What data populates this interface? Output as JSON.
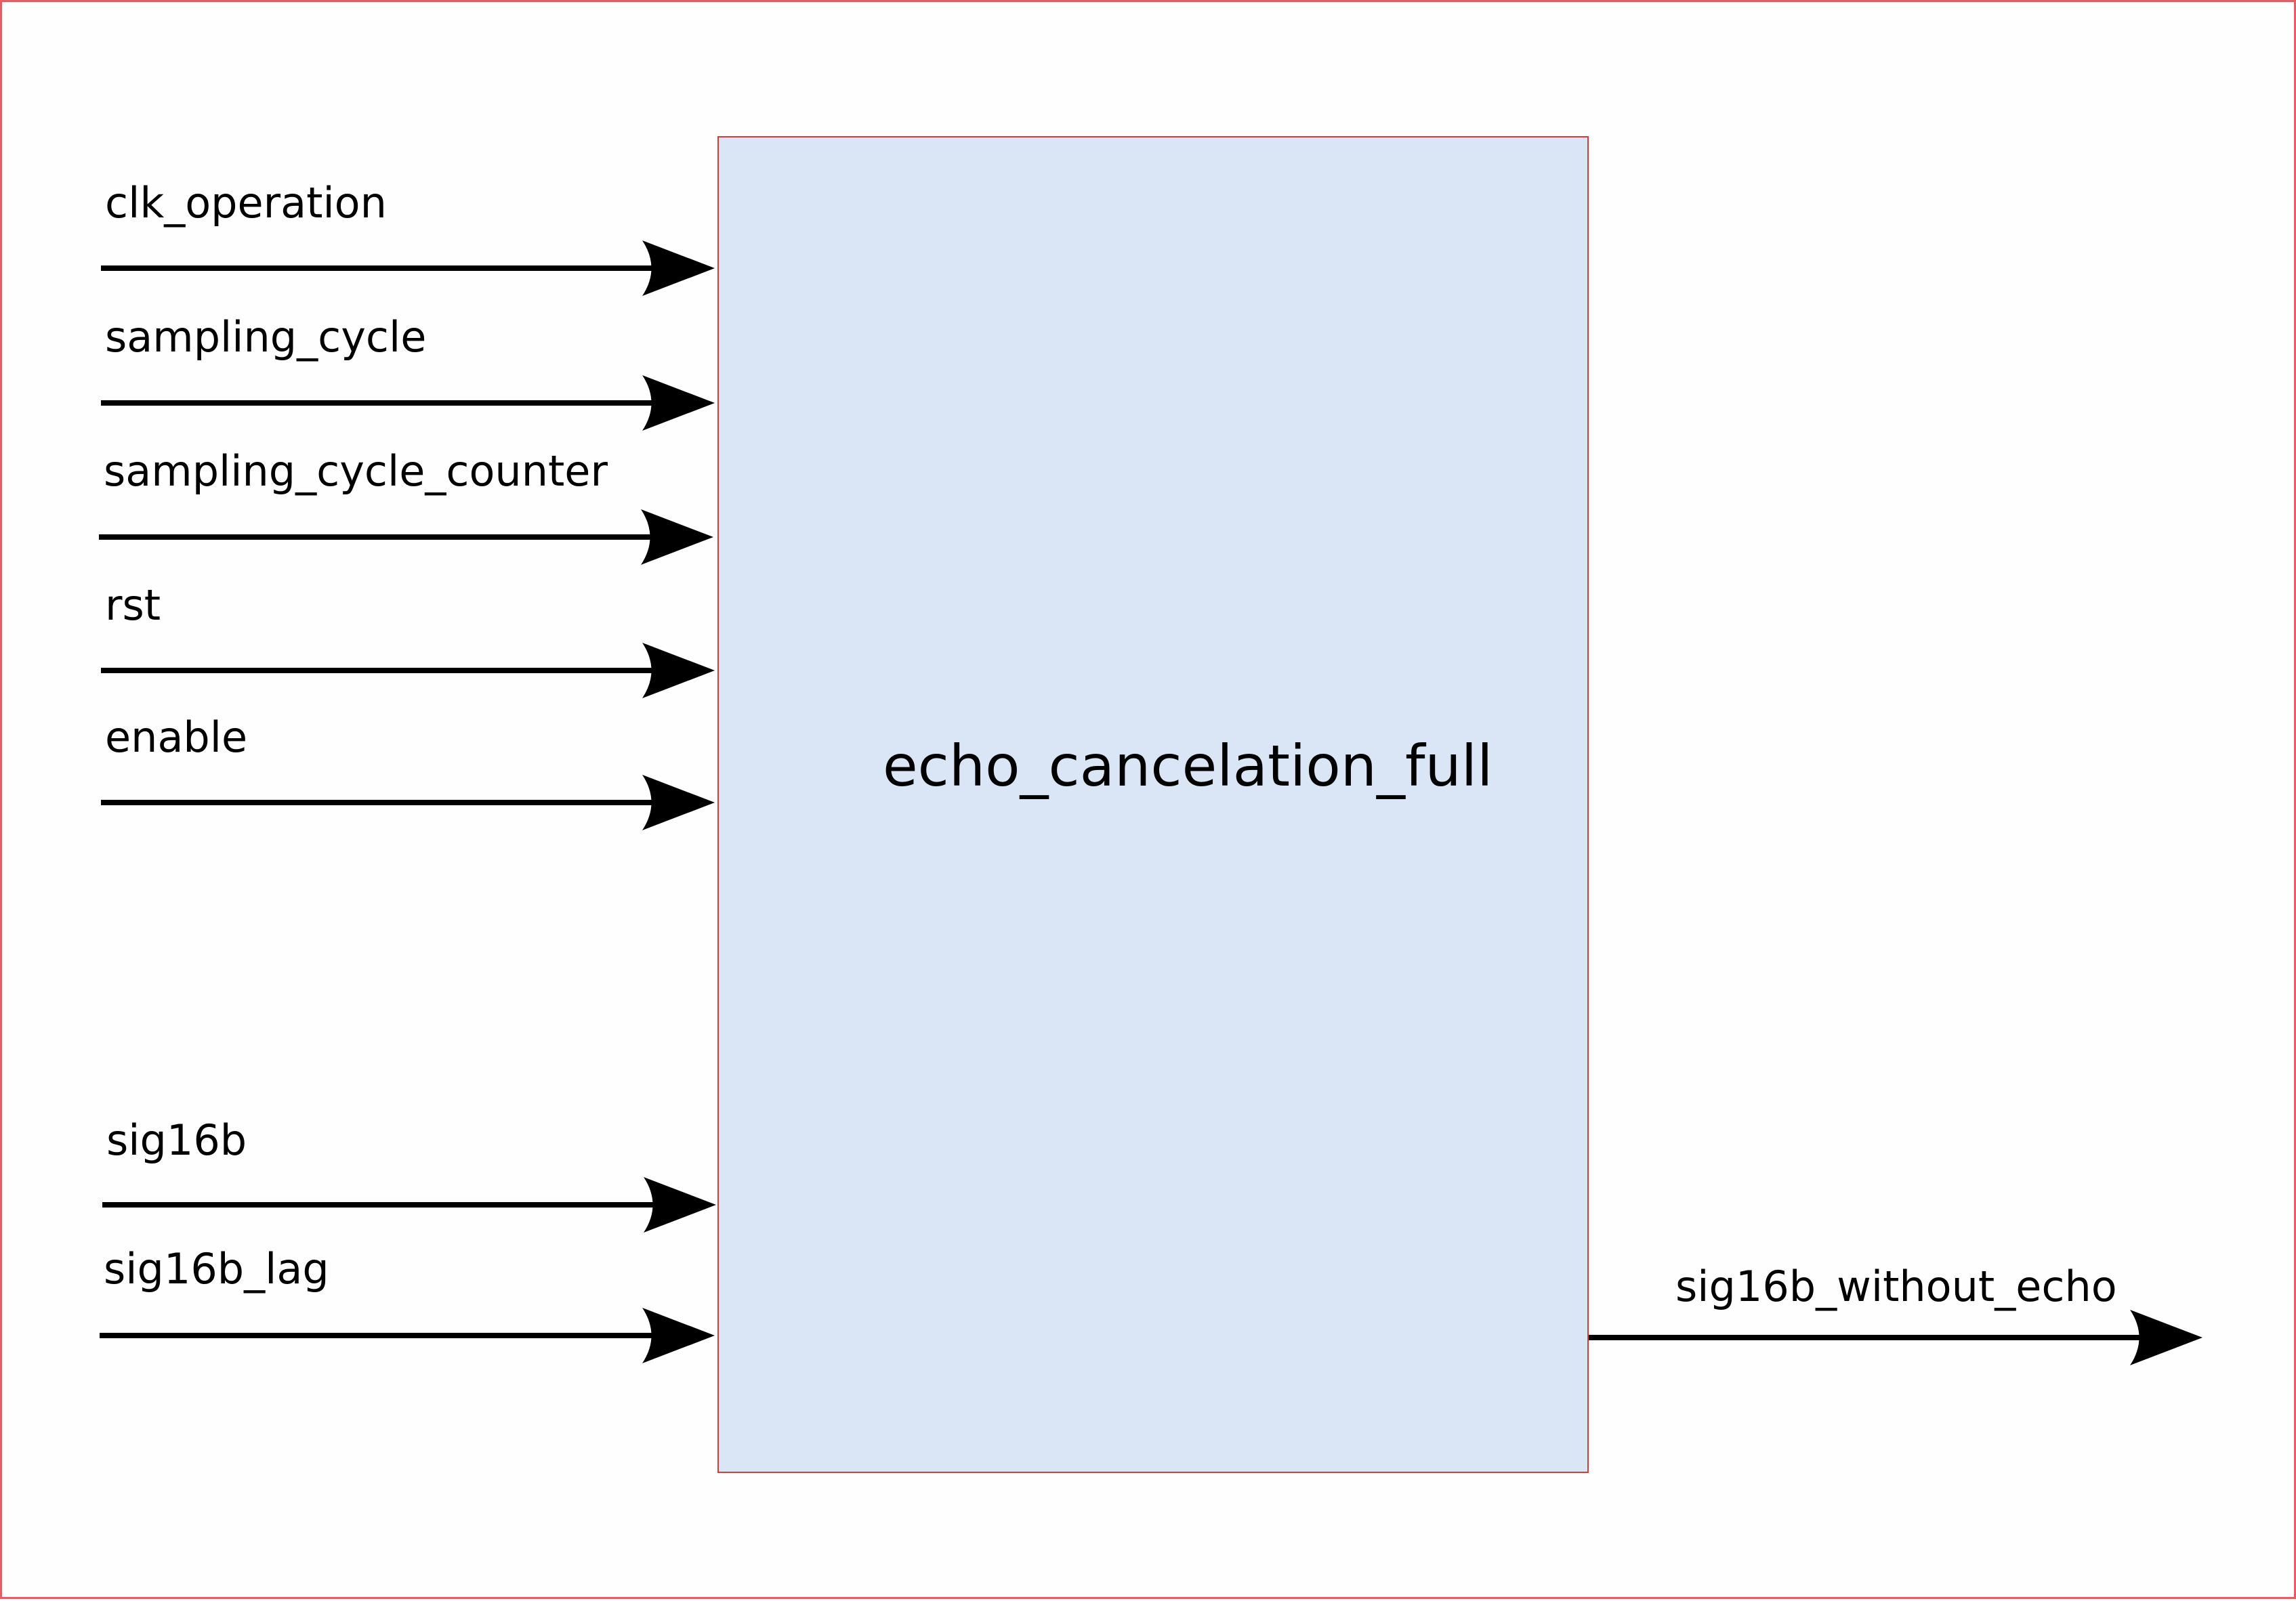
{
  "block": {
    "name": "echo_cancelation_full"
  },
  "inputs": [
    {
      "label": "clk_operation"
    },
    {
      "label": "sampling_cycle"
    },
    {
      "label": "sampling_cycle_counter"
    },
    {
      "label": "rst"
    },
    {
      "label": "enable"
    },
    {
      "label": "sig16b"
    },
    {
      "label": "sig16b_lag"
    }
  ],
  "outputs": [
    {
      "label": "sig16b_without_echo"
    }
  ],
  "colors": {
    "block_fill": "#dae5f5",
    "block_border": "#d43c3c",
    "frame_border": "#e06060",
    "wire": "#000000"
  }
}
